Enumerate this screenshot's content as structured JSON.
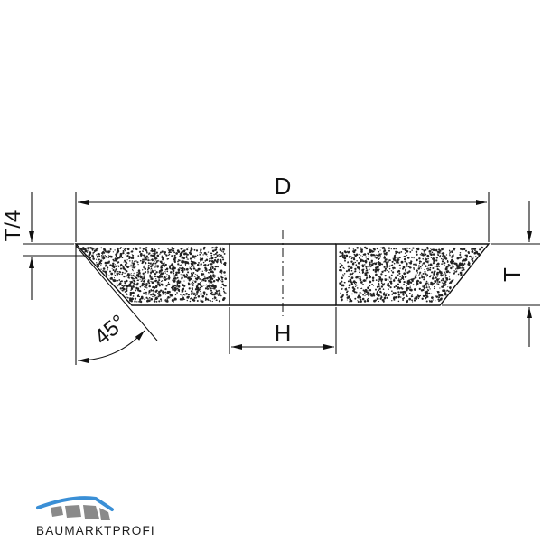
{
  "labels": {
    "diameter": "D",
    "bore": "H",
    "thickness": "T",
    "quarter_thickness": "T/4",
    "angle": "45°"
  },
  "brand": {
    "name": "BAUMARKTPROFI",
    "accent_color": "#3a8fd6",
    "roof_color": "#8a8a8a"
  },
  "colors": {
    "line": "#111111",
    "speckle": "#222222",
    "background": "#ffffff"
  }
}
